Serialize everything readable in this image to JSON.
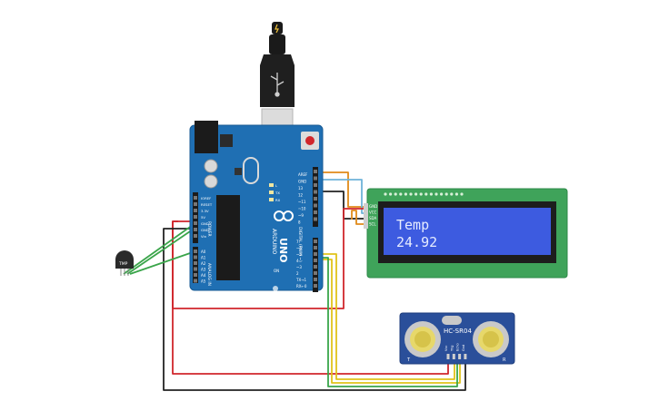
{
  "colors": {
    "board": "#1f6fb3",
    "board_dark": "#175a93",
    "lcd_pcb": "#3fa35a",
    "lcd_screen": "#3d5be0",
    "lcd_text": "#e6ecff",
    "sensor_pcb": "#2a4f9a",
    "wire_red": "#d0262c",
    "wire_black": "#222222",
    "wire_green": "#3aa54a",
    "wire_yellow": "#e0c21a",
    "wire_orange": "#e08a1a",
    "wire_blue": "#6fb3d9"
  },
  "arduino": {
    "brand": "ARDUINO",
    "model": "UNO",
    "power_header": "POWER",
    "analog_header": "ANALOG IN",
    "digital_header": "DIGITAL (PWM ~)",
    "top_pins": [
      "AREF",
      "GND",
      "13",
      "12",
      "~11",
      "~10",
      "~9",
      "8"
    ],
    "bottom_pins": [
      "7",
      "~6",
      "~5",
      "4",
      "~3",
      "2",
      "TX→1",
      "RX←0"
    ],
    "power_pins": [
      "IOREF",
      "RESET",
      "3.3V",
      "5V",
      "GND",
      "GND",
      "Vin"
    ],
    "analog_pins": [
      "A0",
      "A1",
      "A2",
      "A3",
      "A4",
      "A5"
    ],
    "leds": [
      "L",
      "TX",
      "RX"
    ],
    "on_label": "ON"
  },
  "temp_sensor": {
    "label": "TMP"
  },
  "lcd": {
    "line1": "Temp",
    "line2": "24.92",
    "pins": [
      "GND",
      "VCC",
      "SDA",
      "SCL"
    ]
  },
  "ultrasonic": {
    "model": "HC-SR04",
    "pins": [
      "Vcc",
      "Trig",
      "Echo",
      "Gnd"
    ],
    "left_mark": "T",
    "right_mark": "R"
  }
}
